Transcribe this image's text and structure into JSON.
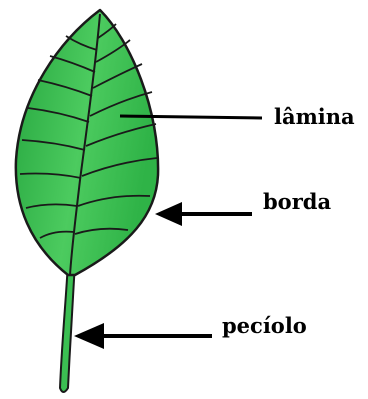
{
  "labels": {
    "blade": "lâmina",
    "margin": "borda",
    "petiole": "pecíolo"
  },
  "colors": {
    "leaf_fill": "#3bbf52",
    "leaf_light": "#5fd46e",
    "leaf_dark": "#1f9b3a",
    "outline": "#1a1a1a",
    "arrow": "#000000",
    "background": "#ffffff"
  }
}
